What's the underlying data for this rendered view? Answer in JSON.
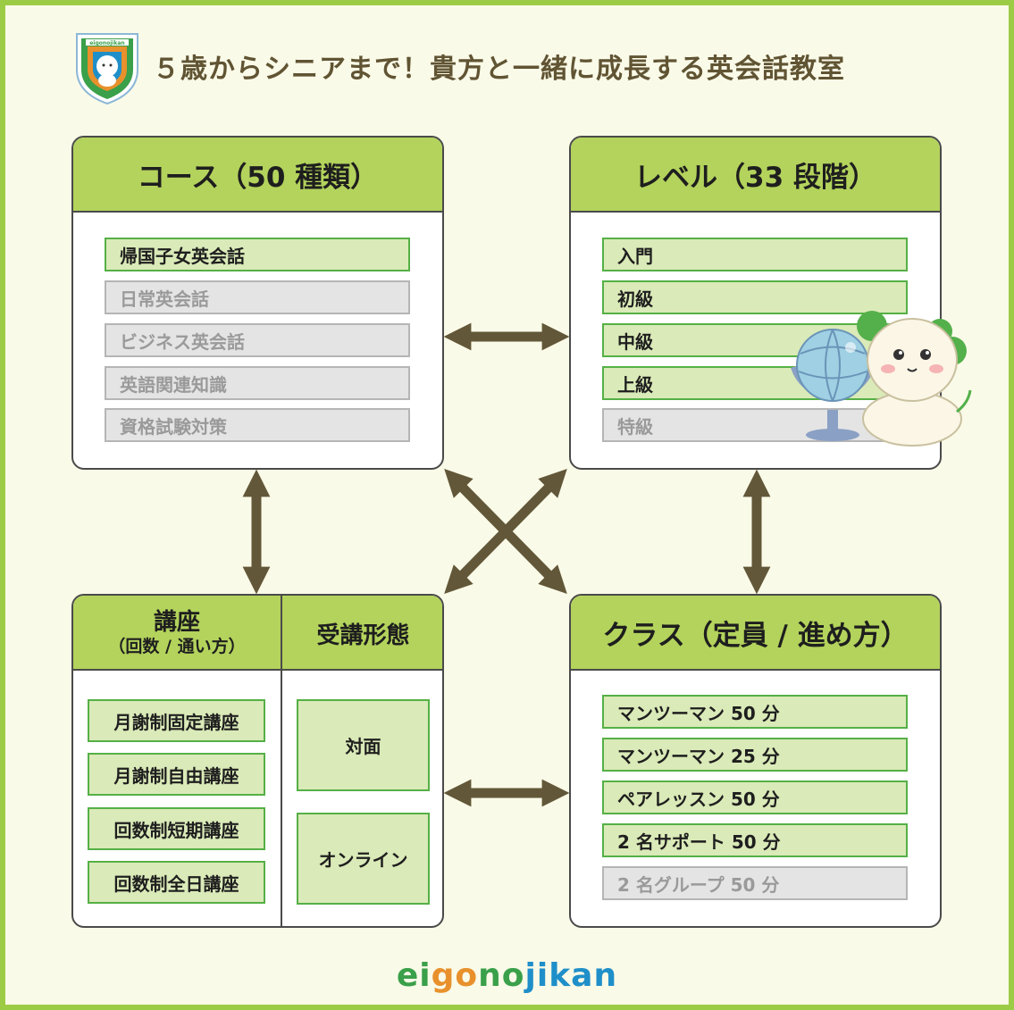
{
  "title": "５歳からシニアまで！貴方と一緒に成長する英会話教室",
  "logo": {
    "text": "eigonojikan",
    "icon": "shield-mascot-logo-icon"
  },
  "course_panel": {
    "header": "コース（50 種類）",
    "items": [
      {
        "label": "帰国子女英会話",
        "active": true
      },
      {
        "label": "日常英会話",
        "active": false
      },
      {
        "label": "ビジネス英会話",
        "active": false
      },
      {
        "label": "英語関連知識",
        "active": false
      },
      {
        "label": "資格試験対策",
        "active": false
      }
    ]
  },
  "level_panel": {
    "header": "レベル（33 段階）",
    "items": [
      {
        "label": "入門",
        "active": true
      },
      {
        "label": "初級",
        "active": true
      },
      {
        "label": "中級",
        "active": true
      },
      {
        "label": "上級",
        "active": true
      },
      {
        "label": "特級",
        "active": false
      }
    ]
  },
  "lecture_panel": {
    "header_main": "講座",
    "header_sub": "（回数 / 通い方）",
    "header_format": "受講形態",
    "lectures": [
      "月謝制固定講座",
      "月謝制自由講座",
      "回数制短期講座",
      "回数制全日講座"
    ],
    "formats": [
      "対面",
      "オンライン"
    ]
  },
  "class_panel": {
    "header": "クラス（定員 / 進め方）",
    "items": [
      {
        "label": "マンツーマン 50 分",
        "active": true
      },
      {
        "label": "マンツーマン 25 分",
        "active": true
      },
      {
        "label": "ペアレッスン 50 分",
        "active": true
      },
      {
        "label": "2 名サポート 50 分",
        "active": true
      },
      {
        "label": "2 名グループ 50 分",
        "active": false
      }
    ]
  },
  "brand": {
    "parts": [
      {
        "text": "ei",
        "color": "#3aa04a"
      },
      {
        "text": "go",
        "color": "#e8912c"
      },
      {
        "text": "no",
        "color": "#3aa04a"
      },
      {
        "text": "jikan",
        "color": "#1f8fc9"
      }
    ]
  },
  "colors": {
    "frame": "#9ccb45",
    "background": "#fafae8",
    "header": "#b3d35c",
    "item_active": "#daeab8",
    "item_active_border": "#55b046",
    "item_inactive": "#e4e4e4",
    "arrow": "#625738",
    "title": "#605433"
  },
  "icons": [
    "shield-mascot-logo-icon",
    "mascot-with-globe-icon",
    "double-arrow-icon"
  ]
}
